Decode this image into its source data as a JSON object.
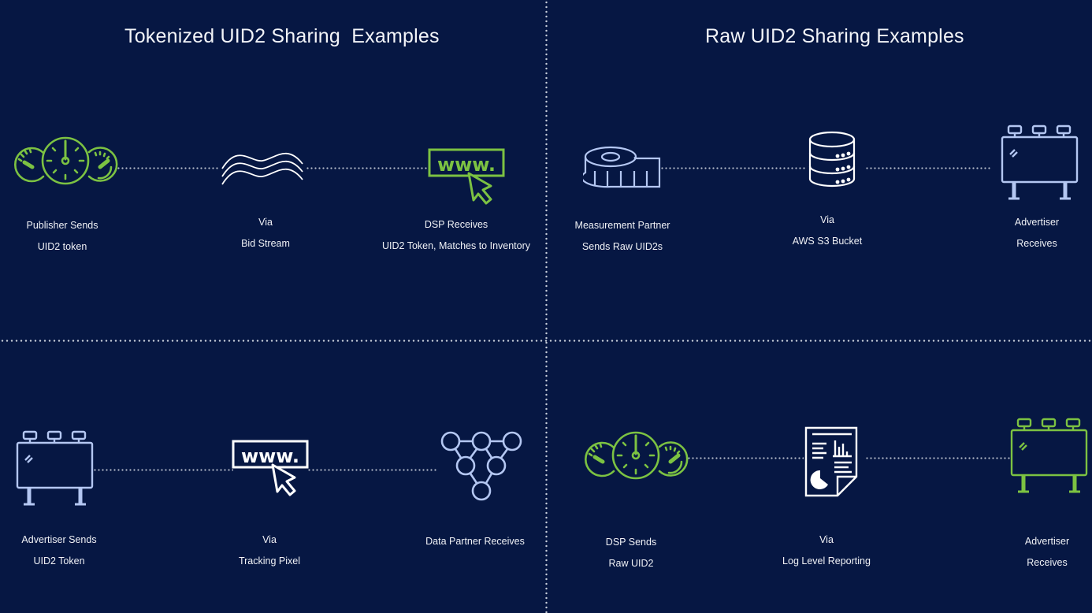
{
  "colors": {
    "background": "#061743",
    "green": "#7cc242",
    "light_blue": "#b4c7f2",
    "white": "#ffffff",
    "divider": "#c9cfdb"
  },
  "sections": [
    {
      "title": "Tokenized UID2 Sharing  Examples",
      "rows": [
        {
          "steps": [
            {
              "icon": "dashboard-gauges-icon",
              "color": "green",
              "lines": [
                "Publisher Sends",
                "UID2 token"
              ]
            },
            {
              "icon": "waves-icon",
              "color": "white",
              "lines": [
                "Via",
                "Bid Stream"
              ]
            },
            {
              "icon": "www-cursor-icon",
              "color": "green",
              "lines": [
                "DSP Receives",
                "UID2 Token, Matches to Inventory"
              ]
            }
          ]
        },
        {
          "steps": [
            {
              "icon": "billboard-icon",
              "color": "light_blue",
              "lines": [
                "Advertiser Sends",
                "UID2 Token"
              ]
            },
            {
              "icon": "www-cursor-icon",
              "color": "white",
              "lines": [
                "Via",
                "Tracking Pixel"
              ]
            },
            {
              "icon": "network-nodes-icon",
              "color": "light_blue",
              "lines": [
                "Data Partner Receives"
              ]
            }
          ]
        }
      ]
    },
    {
      "title": "Raw UID2 Sharing Examples",
      "rows": [
        {
          "steps": [
            {
              "icon": "tape-measure-icon",
              "color": "light_blue",
              "lines": [
                "Measurement Partner",
                "Sends Raw UID2s"
              ]
            },
            {
              "icon": "database-icon",
              "color": "white",
              "lines": [
                "Via",
                "AWS S3 Bucket"
              ]
            },
            {
              "icon": "billboard-icon",
              "color": "light_blue",
              "lines": [
                "Advertiser",
                "Receives"
              ]
            }
          ]
        },
        {
          "steps": [
            {
              "icon": "dashboard-gauges-icon",
              "color": "green",
              "lines": [
                "DSP Sends",
                "Raw UID2"
              ]
            },
            {
              "icon": "report-document-icon",
              "color": "white",
              "lines": [
                "Via",
                "Log Level Reporting"
              ]
            },
            {
              "icon": "billboard-icon",
              "color": "green",
              "lines": [
                "Advertiser",
                "Receives"
              ]
            }
          ]
        }
      ]
    }
  ]
}
